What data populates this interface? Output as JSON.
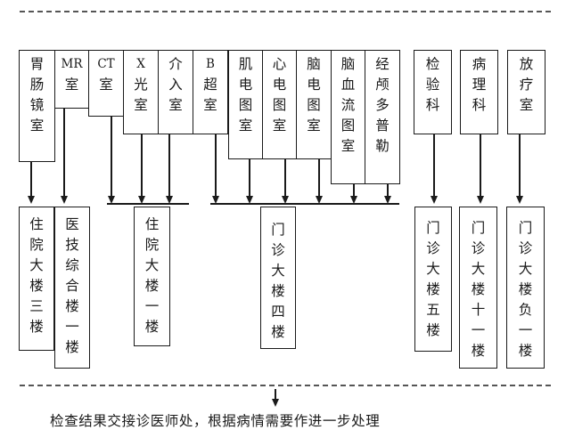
{
  "departments": [
    {
      "id": "gastroscopy",
      "chars": [
        "胃",
        "肠",
        "镜",
        "室"
      ]
    },
    {
      "id": "mr",
      "chars": [
        "MR",
        "室"
      ]
    },
    {
      "id": "ct",
      "chars": [
        "CT",
        "室"
      ]
    },
    {
      "id": "xray",
      "chars": [
        "X",
        "光",
        "室"
      ]
    },
    {
      "id": "interventional",
      "chars": [
        "介",
        "入",
        "室"
      ]
    },
    {
      "id": "ultrasound",
      "chars": [
        "B",
        "超",
        "室"
      ]
    },
    {
      "id": "emg",
      "chars": [
        "肌",
        "电",
        "图",
        "室"
      ]
    },
    {
      "id": "ecg",
      "chars": [
        "心",
        "电",
        "图",
        "室"
      ]
    },
    {
      "id": "eeg",
      "chars": [
        "脑",
        "电",
        "图",
        "室"
      ]
    },
    {
      "id": "cerebral-blood-flow",
      "chars": [
        "脑",
        "血",
        "流",
        "图",
        "室"
      ]
    },
    {
      "id": "transcranial-doppler",
      "chars": [
        "经",
        "颅",
        "多",
        "普",
        "勒"
      ]
    },
    {
      "id": "laboratory",
      "chars": [
        "检",
        "验",
        "科"
      ]
    },
    {
      "id": "pathology",
      "chars": [
        "病",
        "理",
        "科"
      ]
    },
    {
      "id": "radiotherapy",
      "chars": [
        "放",
        "疗",
        "室"
      ]
    }
  ],
  "locations": [
    {
      "id": "inpatient-building-3",
      "chars": [
        "住",
        "院",
        "大",
        "楼",
        "三",
        "楼"
      ]
    },
    {
      "id": "medtech-complex-1",
      "chars": [
        "医",
        "技",
        "综",
        "合",
        "楼",
        "一",
        "楼"
      ]
    },
    {
      "id": "inpatient-building-1",
      "chars": [
        "住",
        "院",
        "大",
        "楼",
        "一",
        "楼"
      ]
    },
    {
      "id": "outpatient-building-4",
      "chars": [
        "门",
        "诊",
        "大",
        "楼",
        "四",
        "楼"
      ]
    },
    {
      "id": "outpatient-building-5",
      "chars": [
        "门",
        "诊",
        "大",
        "楼",
        "五",
        "楼"
      ]
    },
    {
      "id": "outpatient-building-11",
      "chars": [
        "门",
        "诊",
        "大",
        "楼",
        "十",
        "一",
        "楼"
      ]
    },
    {
      "id": "outpatient-building-b1",
      "chars": [
        "门",
        "诊",
        "大",
        "楼",
        "负",
        "一",
        "楼"
      ]
    }
  ],
  "footer": "检查结果交接诊医师处，根据病情需要作进一步处理"
}
